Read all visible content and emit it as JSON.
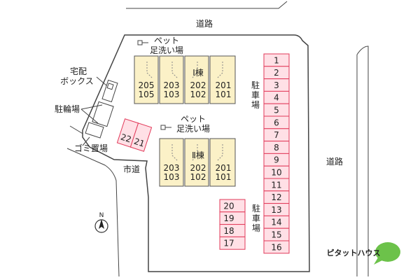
{
  "labels": {
    "road_top": "道路",
    "road_right": "道路",
    "city_road": "市道",
    "pet_wash_1_line1": "ペット",
    "pet_wash_1_line2": "足洗い場",
    "pet_wash_2_line1": "ペット",
    "pet_wash_2_line2": "足洗い場",
    "delivery_box_line1": "宅配",
    "delivery_box_line2": "ボックス",
    "bicycle_parking": "駐輪場",
    "garbage_area": "ゴミ置場",
    "parking_right": "駐車場",
    "parking_lower": "駐車場",
    "building_1": "Ⅰ棟",
    "building_2": "Ⅱ棟",
    "north": "N",
    "brand": "ピタットハウス"
  },
  "building_1_units": [
    {
      "upper": "205",
      "lower": "105"
    },
    {
      "upper": "203",
      "lower": "103"
    },
    {
      "upper": "202",
      "lower": "102"
    },
    {
      "upper": "201",
      "lower": "101"
    }
  ],
  "building_2_units": [
    {
      "upper": "203",
      "lower": "103"
    },
    {
      "upper": "202",
      "lower": "102"
    },
    {
      "upper": "201",
      "lower": "101"
    }
  ],
  "parking_right_spaces": [
    "1",
    "2",
    "3",
    "4",
    "5",
    "6",
    "7",
    "8",
    "9",
    "10",
    "11",
    "12",
    "13",
    "14",
    "15",
    "16"
  ],
  "parking_lower_spaces": [
    "20",
    "19",
    "18",
    "17"
  ],
  "parking_small_spaces": [
    "22",
    "21"
  ],
  "colors": {
    "building_fill": "#fbf1c7",
    "parking_fill": "#ffe0e6",
    "parking_stroke": "#e23a5a",
    "lot_fill": "#ffffff",
    "brand_green": "#6cc24a"
  }
}
